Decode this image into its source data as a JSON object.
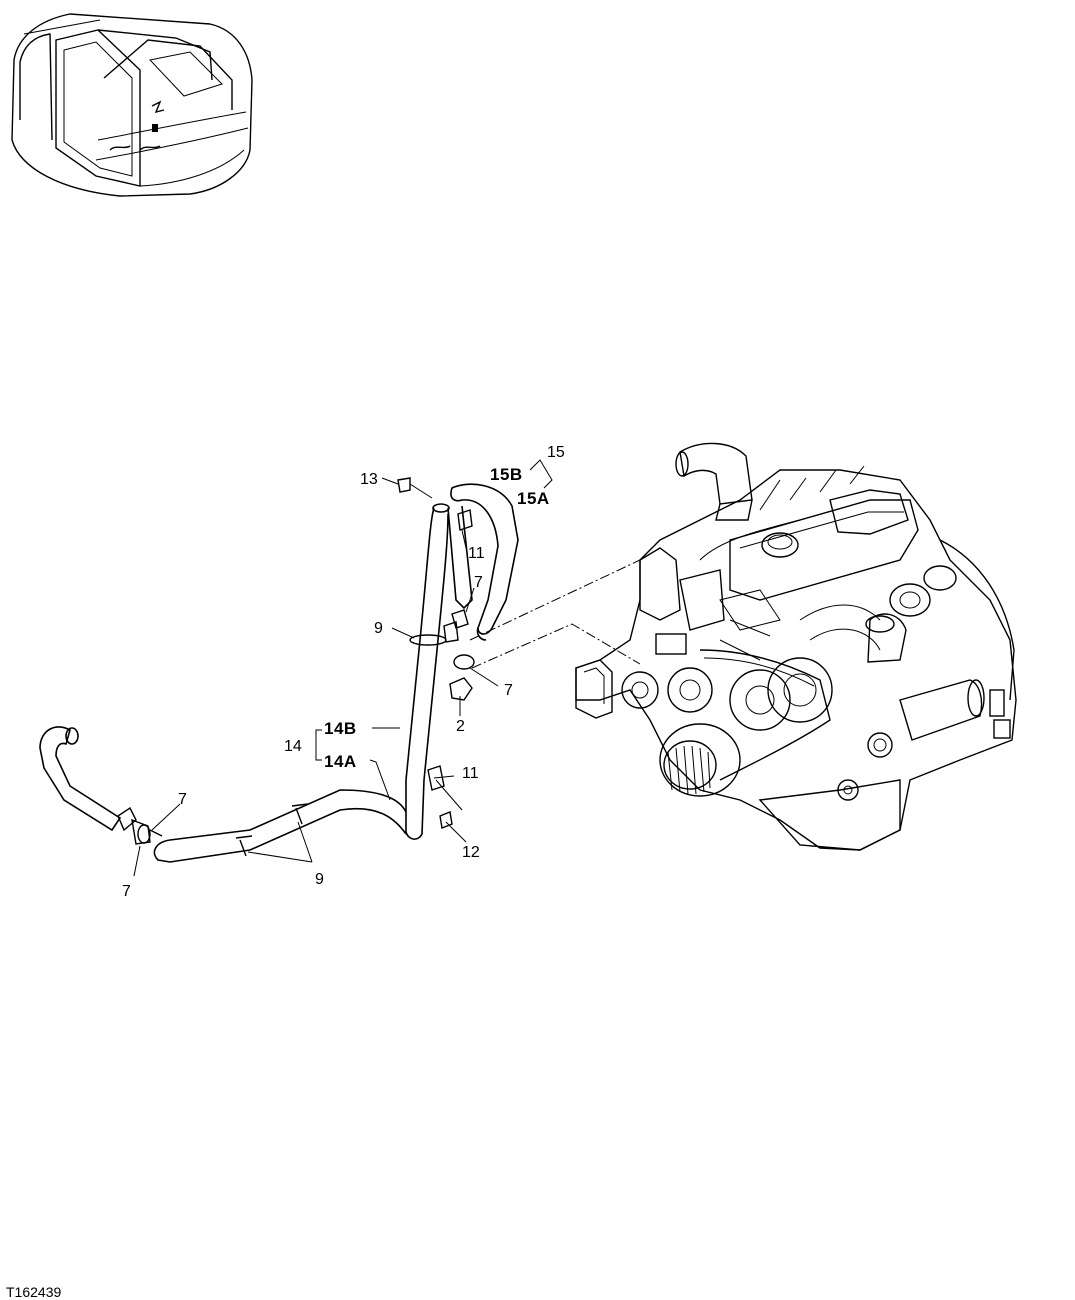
{
  "figure_id": "T162439",
  "callouts": {
    "c13": "13",
    "c15": "15",
    "c15B": "15B",
    "c15A": "15A",
    "c11_top": "11",
    "c7_top": "7",
    "c9_left": "9",
    "c7_mid": "7",
    "c2": "2",
    "c14": "14",
    "c14B": "14B",
    "c14A": "14A",
    "c11_low": "11",
    "c12": "12",
    "c7_left_upper": "7",
    "c7_left_lower": "7",
    "c9_bottom": "9"
  }
}
